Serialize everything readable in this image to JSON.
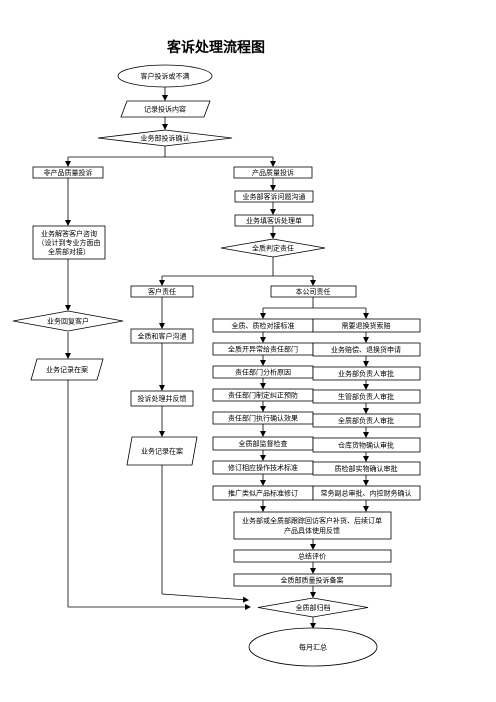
{
  "title": "客诉处理流程图",
  "nodes": {
    "start": "客户投诉或不满",
    "record_complaint": "记录投诉内容",
    "sales_confirm": "业务部投诉确认",
    "non_quality": "非产品质量投诉",
    "quality": "产品质量投诉",
    "consult_1": "业务解答客户咨询",
    "consult_2": "（设计到专业方面由",
    "consult_3": "全质部对接）",
    "reply_customer": "业务回复客户",
    "sales_record_left": "业务记录在案",
    "problem_comm": "业务部客诉问题沟通",
    "fill_sheet": "业务填客诉处理单",
    "judge": "全质判定责任",
    "customer_resp": "客户责任",
    "company_resp": "本公司责任",
    "comm_with_customer": "全质和客户沟通",
    "feedback": "投诉处理并反馈",
    "sales_record_mid": "业务记录在案",
    "qc_standard": "全质、质检对接标准",
    "assign_dept": "全质开异常给责任部门",
    "analyze": "责任部门分析原因",
    "prevent": "责任部门制定纠正预防",
    "verify": "责任部门执行确认效果",
    "supervise": "全质部监督检查",
    "revise": "修订相应操作技术标准",
    "promote": "推广类似产品标准修订",
    "need_return": "需要退换货索赔",
    "apply": "业务赔偿、退换货申请",
    "mgr_1": "业务部负责人审批",
    "prod_mgr": "生管部负责人审批",
    "qc_mgr": "全质部负责人审批",
    "warehouse": "仓库货物确认审批",
    "inspect": "质检部实物确认审批",
    "gm_approve": "常务副总审批、内控财务确认",
    "followup_1": "业务部或全质部跟踪回访客户补货、后续订单",
    "followup_2": "产品具体使用反馈",
    "summary": "总结评价",
    "file_record": "全质部质量投诉备案",
    "archive": "全质部归档",
    "monthly": "每月汇总"
  }
}
